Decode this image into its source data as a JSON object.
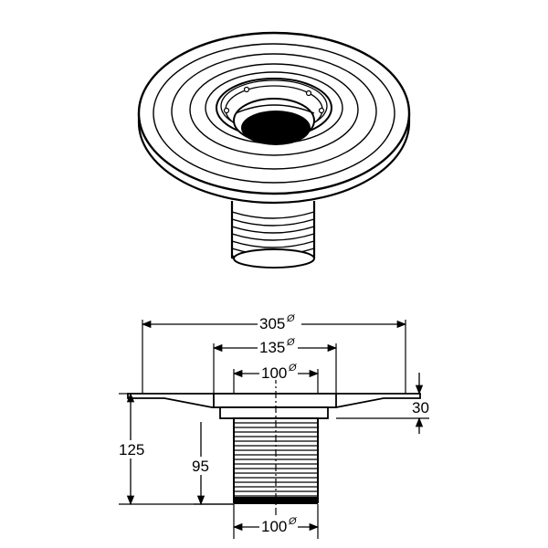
{
  "dimensions": {
    "flange_diameter": "305",
    "collar_diameter": "135",
    "inner_diameter_top": "100",
    "outlet_diameter_bottom": "100",
    "flange_to_collar_height": "30",
    "total_height": "125",
    "thread_height": "95",
    "diameter_symbol": "Ø"
  }
}
